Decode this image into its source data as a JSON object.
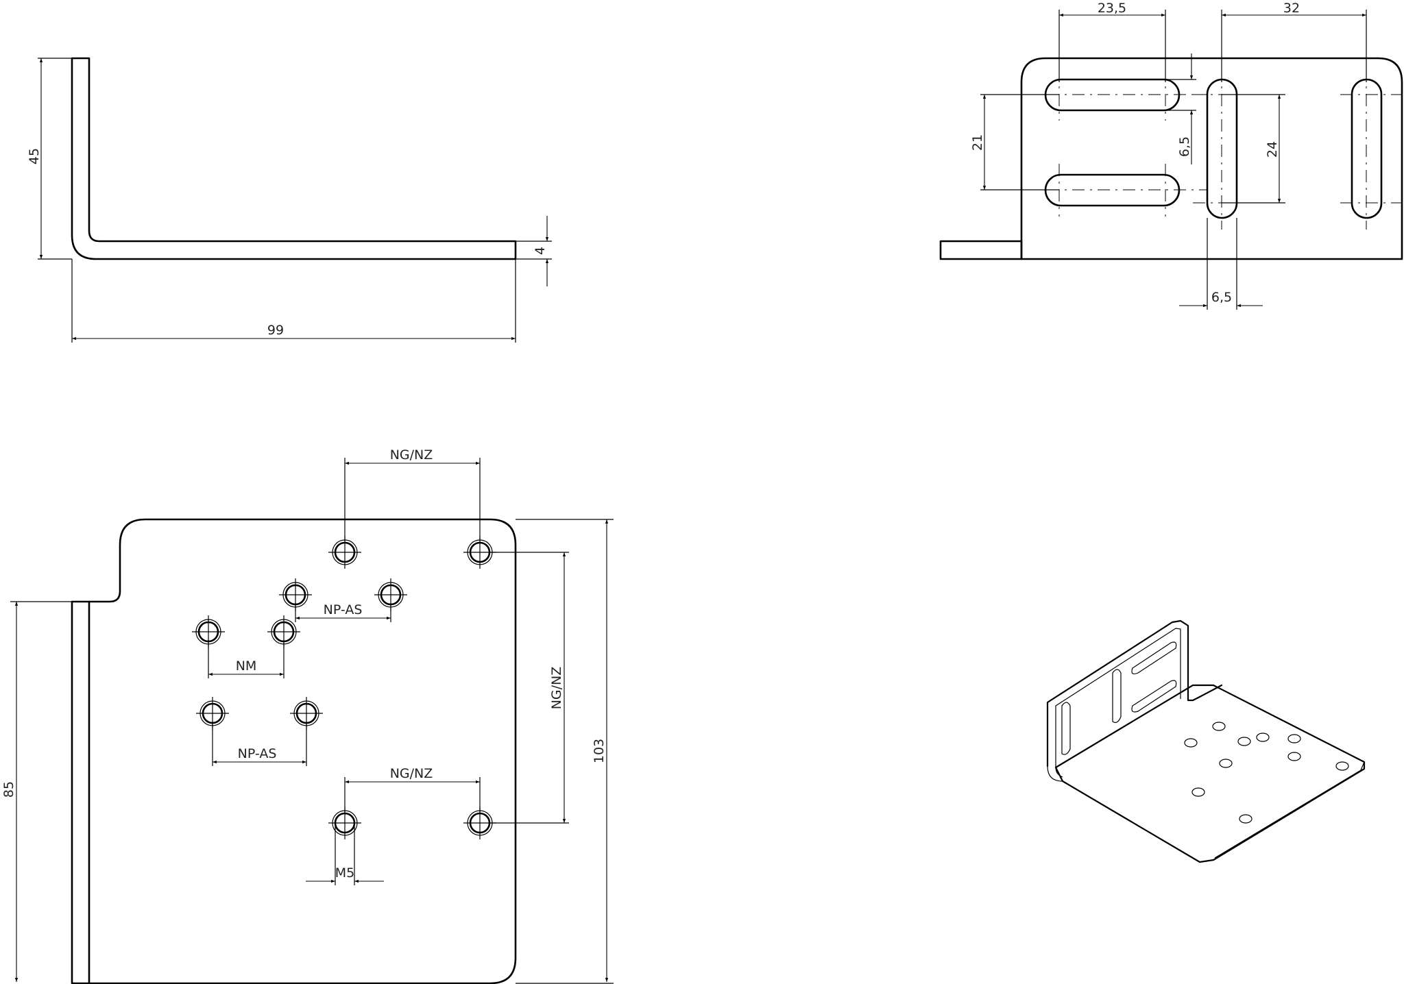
{
  "dimensions": {
    "side_height": "45",
    "side_thickness": "4",
    "side_length": "99",
    "front_slot_spacing": "23,5",
    "front_slot_pitch": "32",
    "front_slot_vertical": "21",
    "front_slot_width": "6,5",
    "front_slot_length": "24",
    "front_slot_width_bottom": "6,5",
    "top_ng_nz_upper": "NG/NZ",
    "top_np_as_upper": "NP-AS",
    "top_nm": "NM",
    "top_np_as_lower": "NP-AS",
    "top_ng_nz_lower": "NG/NZ",
    "top_ng_nz_vertical": "NG/NZ",
    "top_thread": "M5",
    "top_width": "103",
    "top_depth": "85"
  }
}
